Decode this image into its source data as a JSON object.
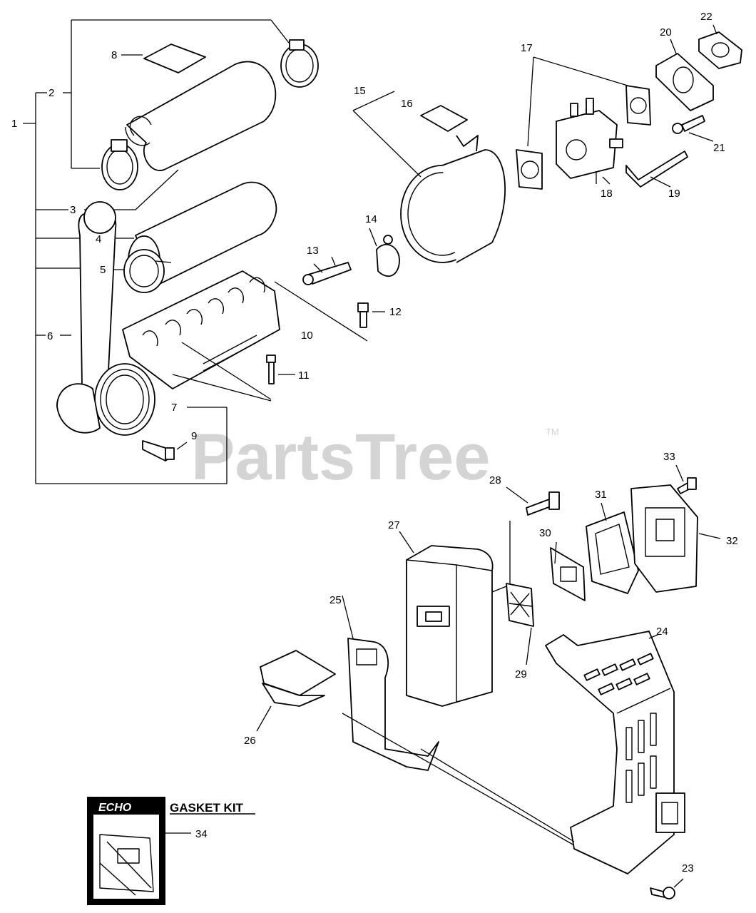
{
  "watermark": {
    "text": "PartsTree",
    "trademark": "TM"
  },
  "gasket_kit": {
    "title": "GASKET KIT",
    "brand": "ECHO"
  },
  "callouts": {
    "c1": "1",
    "c2": "2",
    "c3": "3",
    "c4": "4",
    "c5": "5",
    "c6": "6",
    "c7": "7",
    "c8": "8",
    "c9": "9",
    "c10": "10",
    "c11": "11",
    "c12": "12",
    "c13": "13",
    "c14": "14",
    "c15": "15",
    "c16": "16",
    "c17": "17",
    "c18": "18",
    "c19": "19",
    "c20": "20",
    "c21": "21",
    "c22": "22",
    "c23": "23",
    "c24": "24",
    "c25": "25",
    "c26": "26",
    "c27": "27",
    "c28": "28",
    "c29": "29",
    "c30": "30",
    "c31": "31",
    "c32": "32",
    "c33": "33",
    "c34": "34"
  }
}
